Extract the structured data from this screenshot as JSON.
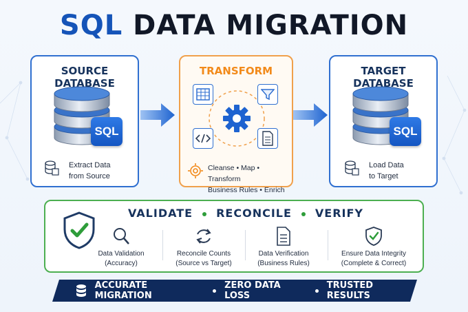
{
  "title": {
    "part1": "SQL",
    "part2": "DATA MIGRATION"
  },
  "source": {
    "title": "SOURCE DATABASE",
    "badge": "SQL",
    "caption_line1": "Extract Data",
    "caption_line2": "from Source"
  },
  "transform": {
    "title": "TRANSFORM",
    "caption_line1": "Cleanse • Map • Transform",
    "caption_line2": "Business Rules • Enrich"
  },
  "target": {
    "title": "TARGET DATABASE",
    "badge": "SQL",
    "caption_line1": "Load Data",
    "caption_line2": "to Target"
  },
  "validation": {
    "heading": [
      "VALIDATE",
      "RECONCILE",
      "VERIFY"
    ],
    "items": [
      {
        "line1": "Data Validation",
        "line2": "(Accuracy)"
      },
      {
        "line1": "Reconcile Counts",
        "line2": "(Source vs Target)"
      },
      {
        "line1": "Data Verification",
        "line2": "(Business Rules)"
      },
      {
        "line1": "Ensure Data Integrity",
        "line2": "(Complete & Correct)"
      }
    ]
  },
  "banner": [
    "ACCURATE MIGRATION",
    "ZERO DATA LOSS",
    "TRUSTED RESULTS"
  ],
  "colors": {
    "primary": "#1554b8",
    "accent_orange": "#f28a1a",
    "accent_green": "#2e9d3a",
    "navy": "#0f2a5c"
  }
}
